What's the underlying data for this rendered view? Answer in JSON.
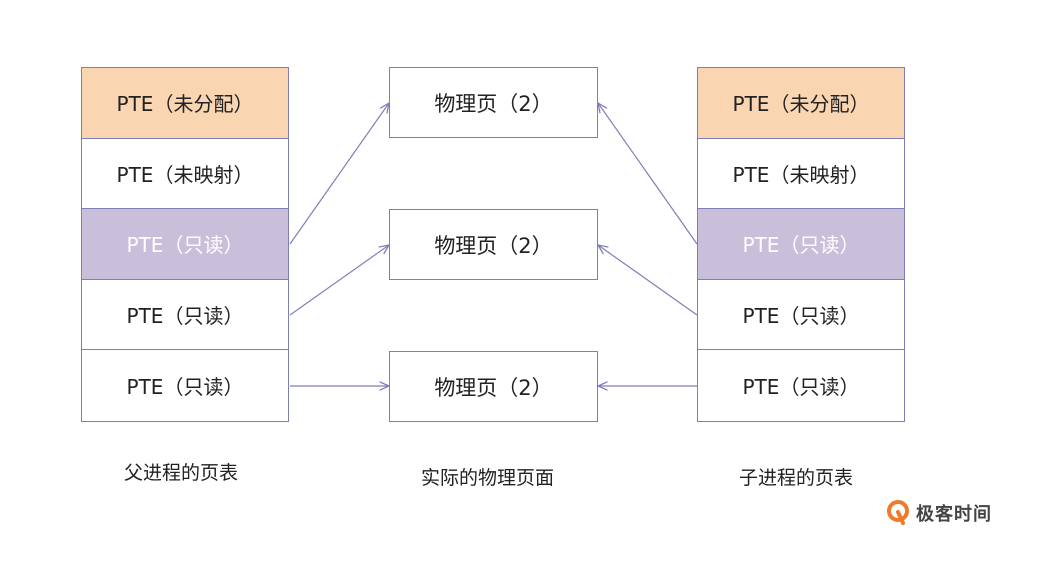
{
  "parent_table": {
    "caption": "父进程的页表",
    "rows": [
      {
        "label": "PTE（未分配）",
        "style": "orange"
      },
      {
        "label": "PTE（未映射）",
        "style": "plain"
      },
      {
        "label": "PTE（只读）",
        "style": "purple"
      },
      {
        "label": "PTE（只读）",
        "style": "plain"
      },
      {
        "label": "PTE（只读）",
        "style": "plain"
      }
    ]
  },
  "physical_pages": {
    "caption": "实际的物理页面",
    "pages": [
      {
        "label": "物理页（2）"
      },
      {
        "label": "物理页（2）"
      },
      {
        "label": "物理页（2）"
      }
    ]
  },
  "child_table": {
    "caption": "子进程的页表",
    "rows": [
      {
        "label": "PTE（未分配）",
        "style": "orange"
      },
      {
        "label": "PTE（未映射）",
        "style": "plain"
      },
      {
        "label": "PTE（只读）",
        "style": "purple"
      },
      {
        "label": "PTE（只读）",
        "style": "plain"
      },
      {
        "label": "PTE（只读）",
        "style": "plain"
      }
    ]
  },
  "colors": {
    "orange": "#f9d5b1",
    "purple": "#c9bfdb",
    "border": "#7f7fb8",
    "arrow": "#7f7fb8",
    "logo_accent": "#f07a2a"
  },
  "logo": {
    "icon": "geektime-logo-icon",
    "text": "极客时间"
  }
}
